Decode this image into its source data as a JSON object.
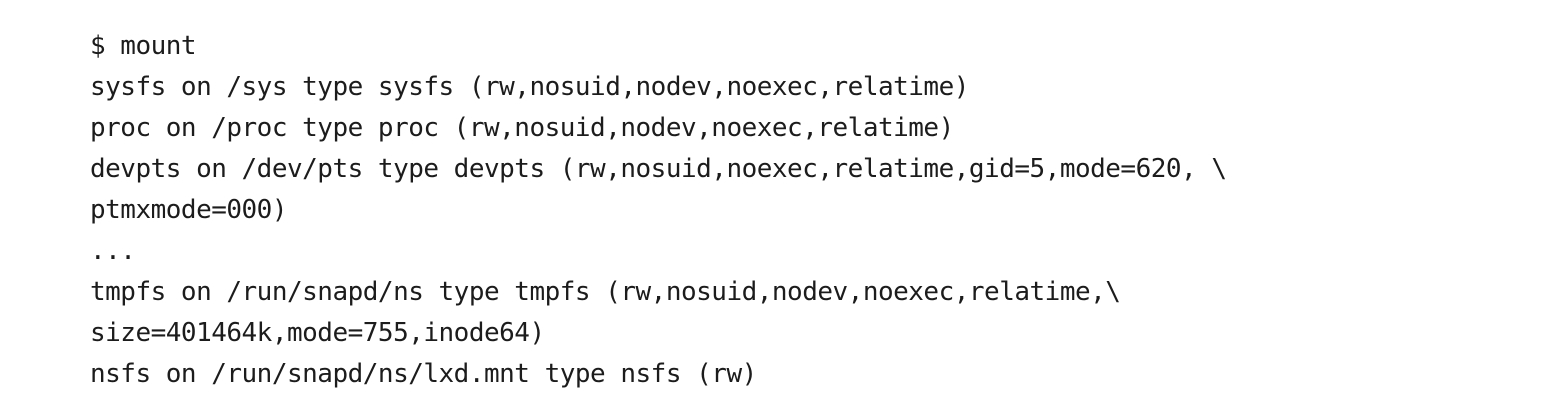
{
  "terminal": {
    "command": "mount",
    "prompt": "$",
    "colors": {
      "background": "#ffffff",
      "text": "#1c1c1c"
    },
    "lines": [
      {
        "text": "$ mount"
      },
      {
        "text": "sysfs on /sys type sysfs (rw,nosuid,nodev,noexec,relatime)"
      },
      {
        "text": "proc on /proc type proc (rw,nosuid,nodev,noexec,relatime)"
      },
      {
        "text": "devpts on /dev/pts type devpts (rw,nosuid,noexec,relatime,gid=5,mode=620, \\"
      },
      {
        "text": "ptmxmode=000)"
      },
      {
        "text": "..."
      },
      {
        "text": "tmpfs on /run/snapd/ns type tmpfs (rw,nosuid,nodev,noexec,relatime,\\"
      },
      {
        "text": "size=401464k,mode=755,inode64)"
      },
      {
        "text": "nsfs on /run/snapd/ns/lxd.mnt type nsfs (rw)"
      }
    ]
  }
}
